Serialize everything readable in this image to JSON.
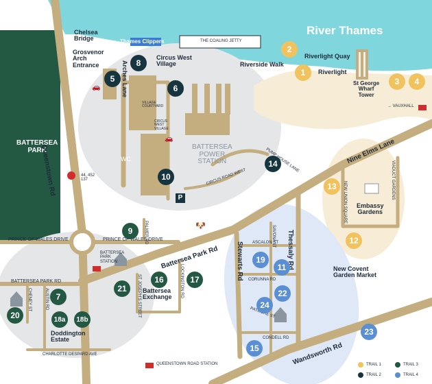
{
  "river": {
    "name": "River Thames",
    "color": "#7fd6dc"
  },
  "park": {
    "name": "BATTERSEA\nPARK",
    "color": "#235842"
  },
  "power_station": "BATTERSEA\nPOWER\nSTATION",
  "places": {
    "chelsea_bridge": "Chelsea\nBridge",
    "thames_clippers": "Thames Clippers",
    "coaling_jetty": "THE COALING JETTY",
    "grosvenor_arch": "Grosvenor\nArch\nEntrance",
    "circus_west": "Circus West\nVillage",
    "riverside_walk": "Riverside Walk",
    "riverlight_quay": "Riverlight Quay",
    "riverlight": "Riverlight",
    "st_george": "St George\nWharf\nTower",
    "vauxhall": "→ VAUXHALL",
    "village_courtyard": "VILLAGE\nCOURTYARD",
    "circus_west_village_small": "CIRCUS\nWEST\nVILLAGE",
    "embassy_gardens": "Embassy\nGardens",
    "new_covent_garden": "New Covent\nGarden Market",
    "battersea_exchange": "Battersea\nExchange",
    "doddington_estate": "Doddington\nEstate",
    "battersea_park_station": "BATTERSEA\nPARK\nSTATION",
    "queenstown_road_station": "QUEENSTOWN ROAD STATION",
    "wc": "WC",
    "bus_numbers": "44, 452\n137",
    "parking": "P"
  },
  "roads": {
    "queenstown_rd": "Queenstown Rd",
    "arches_lane": "Arches Lane",
    "nine_elms_lane": "Nine Elms Lane",
    "battersea_park_rd": "Battersea Park Rd",
    "thessaly_rd": "Thessaly Rd",
    "stewarts_rd": "Stewarts Rd",
    "wandsworth_rd": "Wandsworth Rd",
    "prince_of_wales_drive_left": "PRINCE OF WALES DRIVE",
    "prince_of_wales_drive_right": "PRINCE OF WALES DRIVE",
    "battersea_park_rd_small": "BATTERSEA PARK RD",
    "pump_house_lane": "PUMP HOUSE LANE",
    "circus_road_west": "CIRCUS ROAD WEST",
    "viaduct_gardens": "VIADUCT GARDENS",
    "new_union_square": "NEW UNION SQUARE",
    "palmer_rd": "PALMER RD",
    "savona_st": "SAVONA ST",
    "ascalon_st": "ASCALON ST",
    "corunna_rd": "CORUNNA RD",
    "patmore_st": "PATMORE ST",
    "condell_rd": "CONDELL RD",
    "cheney_st": "CHENEY ST",
    "austin_rd": "AUSTIN RD",
    "st_josephs_street": "ST JOSEPH'S STREET",
    "lockington_rd": "LOCKINGTON RD",
    "charlotte_despard_ave": "CHARLOTTE DESPARD AVE"
  },
  "markers": [
    {
      "label": "1",
      "trail": 1
    },
    {
      "label": "2",
      "trail": 1
    },
    {
      "label": "3",
      "trail": 1
    },
    {
      "label": "4",
      "trail": 1
    },
    {
      "label": "12",
      "trail": 1
    },
    {
      "label": "13",
      "trail": 1
    },
    {
      "label": "5",
      "trail": 2
    },
    {
      "label": "6",
      "trail": 2
    },
    {
      "label": "8",
      "trail": 2
    },
    {
      "label": "10",
      "trail": 2
    },
    {
      "label": "14",
      "trail": 2
    },
    {
      "label": "7",
      "trail": 3
    },
    {
      "label": "9",
      "trail": 3
    },
    {
      "label": "16",
      "trail": 3
    },
    {
      "label": "17",
      "trail": 3
    },
    {
      "label": "18a",
      "trail": 3
    },
    {
      "label": "18b",
      "trail": 3
    },
    {
      "label": "20",
      "trail": 3
    },
    {
      "label": "21",
      "trail": 3
    },
    {
      "label": "11",
      "trail": 4
    },
    {
      "label": "15",
      "trail": 4
    },
    {
      "label": "19",
      "trail": 4
    },
    {
      "label": "22",
      "trail": 4
    },
    {
      "label": "23",
      "trail": 4
    },
    {
      "label": "24",
      "trail": 4
    }
  ],
  "legend": [
    {
      "label": "TRAIL 1",
      "color": "#f0c35f"
    },
    {
      "label": "TRAIL 3",
      "color": "#235842"
    },
    {
      "label": "TRAIL 2",
      "color": "#17353f"
    },
    {
      "label": "TRAIL 4",
      "color": "#5b8fd3"
    }
  ]
}
